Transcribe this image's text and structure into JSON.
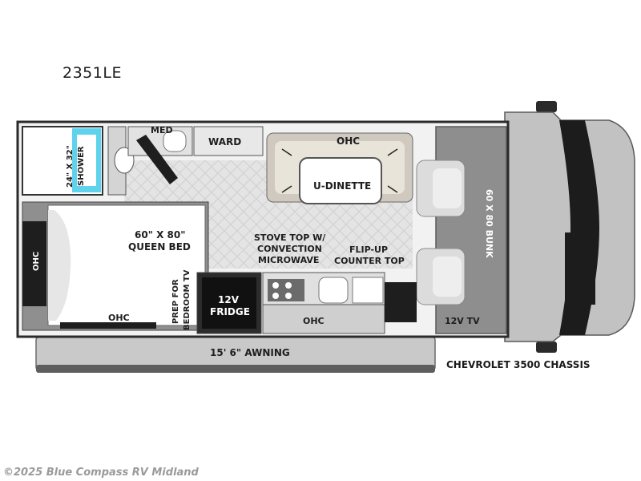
{
  "model": "2351LE",
  "labels": {
    "med": "MED",
    "ward": "WARD",
    "ohc_top": "OHC",
    "dinette": "U-DINETTE",
    "shower_1": "24\" X 32\"",
    "shower_2": "SHOWER",
    "bed_1": "60\" X 80\"",
    "bed_2": "QUEEN BED",
    "ohc_left": "OHC",
    "prep_1": "PREP FOR",
    "prep_2": "BEDROOM TV",
    "stove_1": "STOVE TOP W/",
    "stove_2": "CONVECTION",
    "stove_3": "MICROWAVE",
    "flip_1": "FLIP-UP",
    "flip_2": "COUNTER TOP",
    "bunk": "60 X 80 BUNK",
    "fridge_1": "12V",
    "fridge_2": "FRIDGE",
    "ohc_bed": "OHC",
    "ohc_kitchen": "OHC",
    "tv": "12V TV",
    "awning": "15' 6\" AWNING"
  },
  "chassis": "CHEVROLET 3500 CHASSIS",
  "copyright": "©2025 Blue Compass RV Midland"
}
